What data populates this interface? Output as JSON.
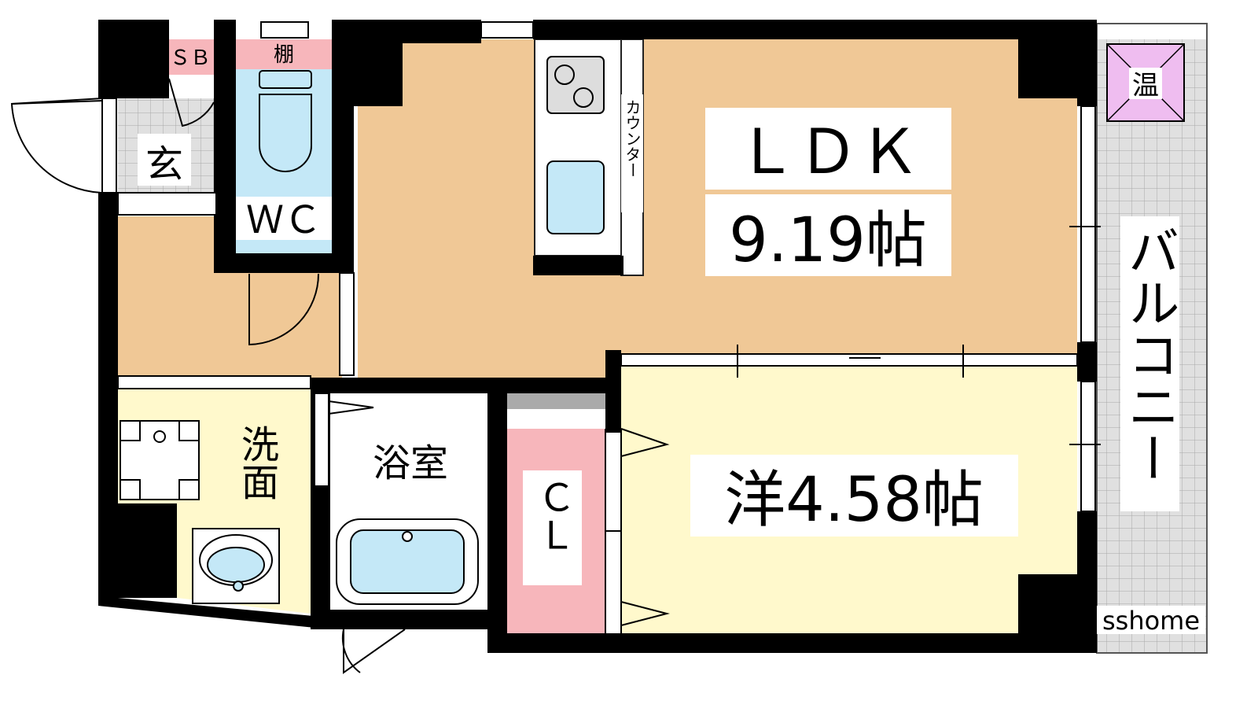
{
  "rooms": {
    "ldk": {
      "name": "ＬＤＫ",
      "size": "9.19帖"
    },
    "western": {
      "name": "洋4.58帖"
    },
    "wc": {
      "name": "ＷＣ"
    },
    "bath": {
      "name": "浴室"
    },
    "wash": {
      "name": "洗面"
    },
    "entrance": {
      "name": "玄"
    },
    "closet": {
      "name": "ＣＬ"
    },
    "sb": {
      "name": "ＳＢ"
    },
    "shelf": {
      "name": "棚"
    },
    "counter": {
      "name": "カウンター"
    },
    "water_heater": {
      "name": "温"
    },
    "balcony": {
      "name": "バルコニー"
    }
  },
  "watermark": "sshome",
  "colors": {
    "ldk": "#f0c896",
    "western": "#fff9cc",
    "wash": "#fff9cc",
    "wc": "#c4e8f7",
    "shelf": "#f7b6bb",
    "closet": "#f7b6bb",
    "water_heater": "#efbdf0",
    "tile": "#dadada",
    "wall": "#000000"
  }
}
